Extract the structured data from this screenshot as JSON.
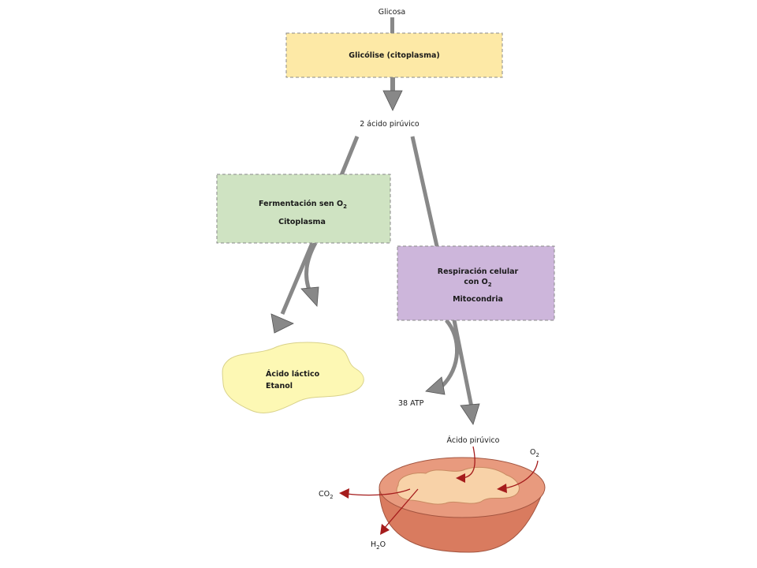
{
  "labels": {
    "glicosa": "Glicosa",
    "glicolise": "Glicólise (citoplasma)",
    "acido_piruvico_2": "2 ácido pirúvico",
    "fermentacion_pre": "Fermentación sen O",
    "fermentacion_sub": "2",
    "citoplasma": "Citoplasma",
    "respiracion_line1": "Respiración celular",
    "respiracion_line2_pre": "con O",
    "respiracion_line2_sub": "2",
    "mitocondria": "Mitocondria",
    "acido_lactico": "Ácido láctico",
    "etanol": "Etanol",
    "atp": "38 ATP",
    "acido_piruvico": "Ácido pirúvico",
    "o2_pre": "O",
    "o2_sub": "2",
    "co2_pre": "CO",
    "co2_sub": "2",
    "h2o_h": "H",
    "h2o_sub": "2",
    "h2o_o": "O"
  },
  "colors": {
    "glicolise_fill": "#fde9a6",
    "fermentacion_fill": "#cfe3c2",
    "respiracion_fill": "#cdb6db",
    "product_fill": "#fdf8b4",
    "arrow_gray": "#888888",
    "mito_outer": "#d97b5f",
    "mito_inner": "#f8d2a8",
    "reaction_arrow": "#a51c1c"
  }
}
